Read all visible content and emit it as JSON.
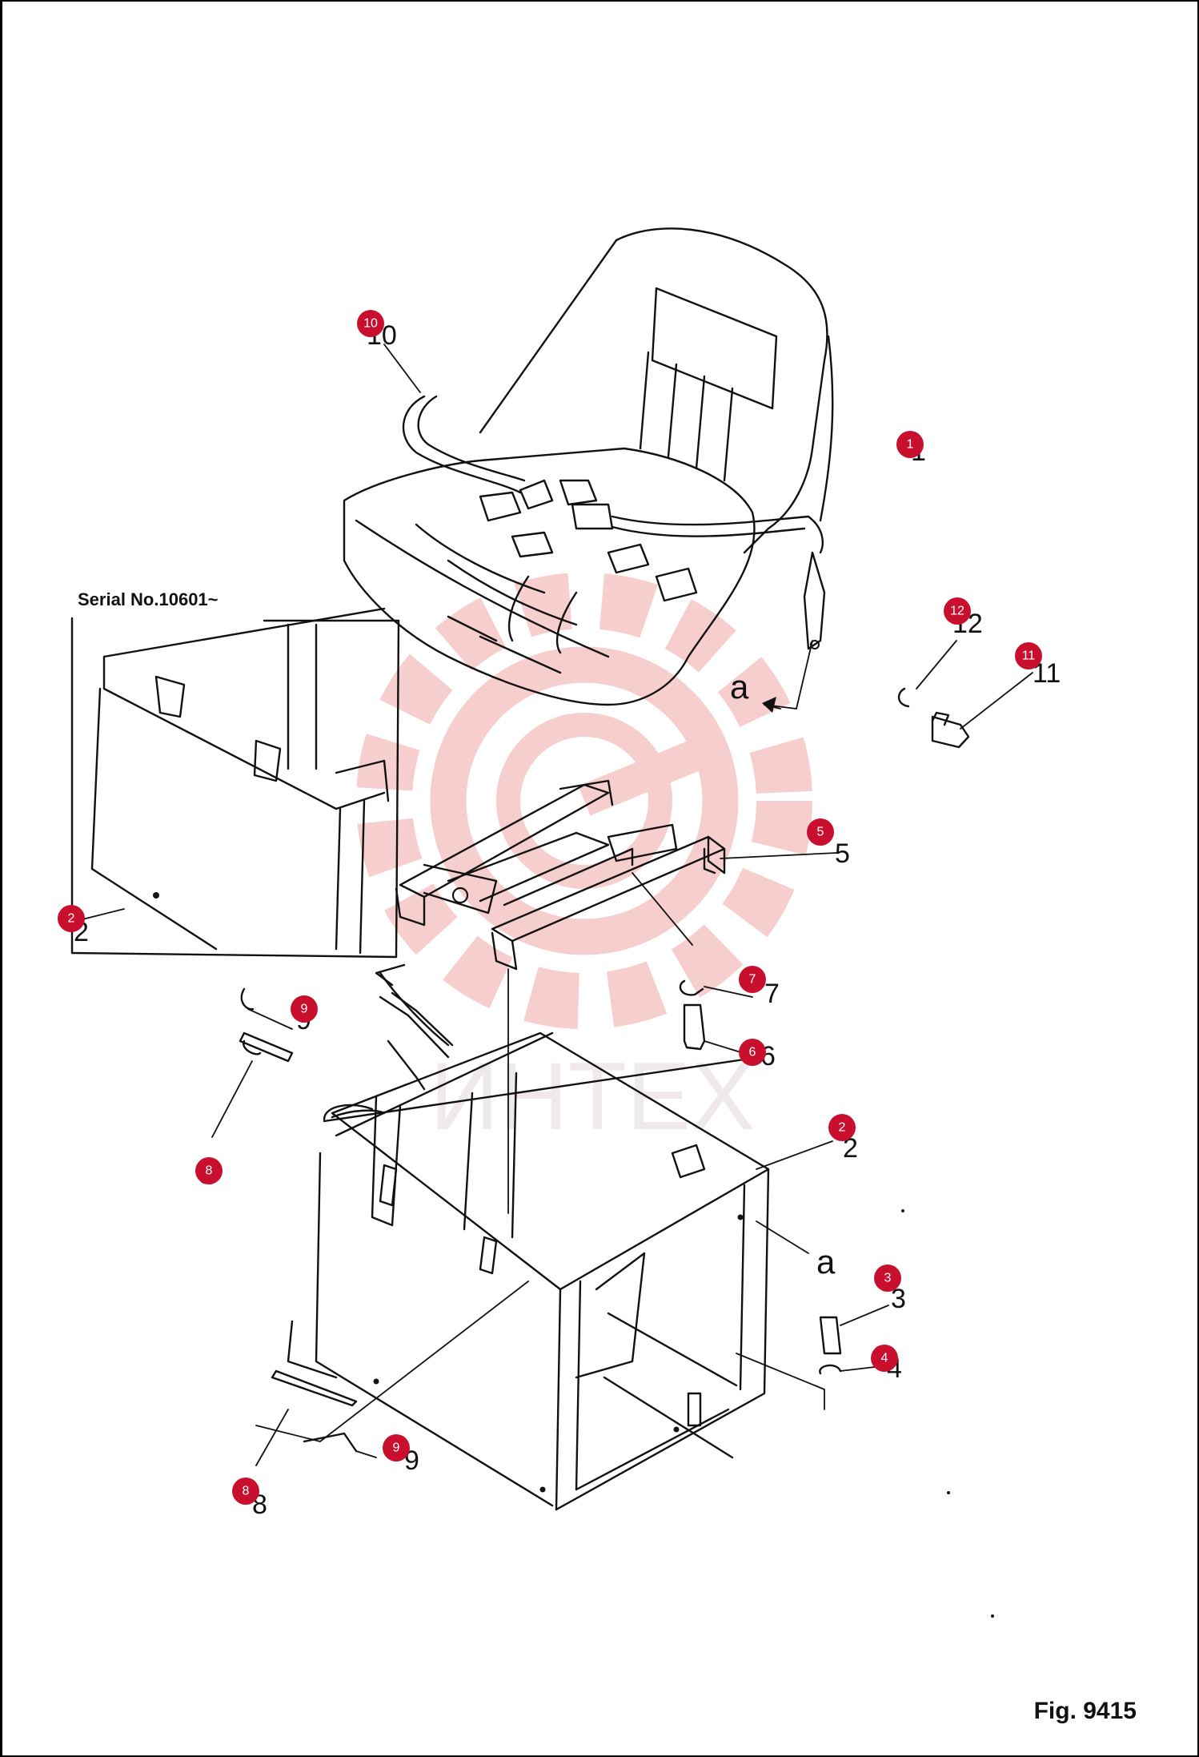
{
  "figure_label": "Fig. 9415",
  "serial_note": "Serial No.10601~",
  "watermark": "ИНТЕХ",
  "colors": {
    "marker": "#c8102e",
    "watermark": "#f7c9c9",
    "line": "#111111"
  },
  "markers": [
    "1",
    "2",
    "2",
    "3",
    "4",
    "5",
    "6",
    "7",
    "8",
    "8",
    "9",
    "9",
    "10",
    "11",
    "12"
  ],
  "original_numbers": [
    "1",
    "2",
    "2",
    "3",
    "4",
    "5",
    "6",
    "7",
    "8",
    "8",
    "9",
    "9",
    "10",
    "11",
    "12"
  ],
  "reference_letters": [
    "a",
    "a"
  ]
}
